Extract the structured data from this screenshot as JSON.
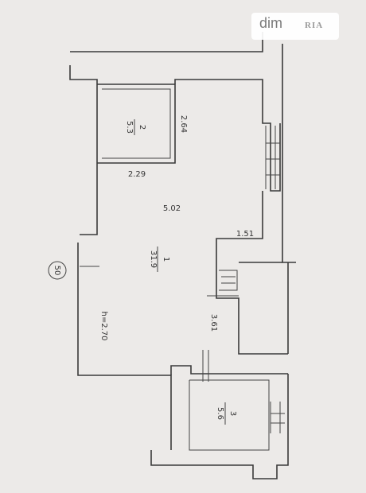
{
  "watermark": {
    "brand": "dim",
    "sub": "RIA"
  },
  "plan": {
    "circle_label": "50",
    "rooms": [
      {
        "number": "1",
        "area": "31.9"
      },
      {
        "number": "2",
        "area": "5.3"
      },
      {
        "number": "3",
        "area": "5.6"
      }
    ],
    "dimensions": [
      "2.64",
      "2.29",
      "5.02",
      "1.51",
      "3.61",
      "h=2.70"
    ]
  }
}
